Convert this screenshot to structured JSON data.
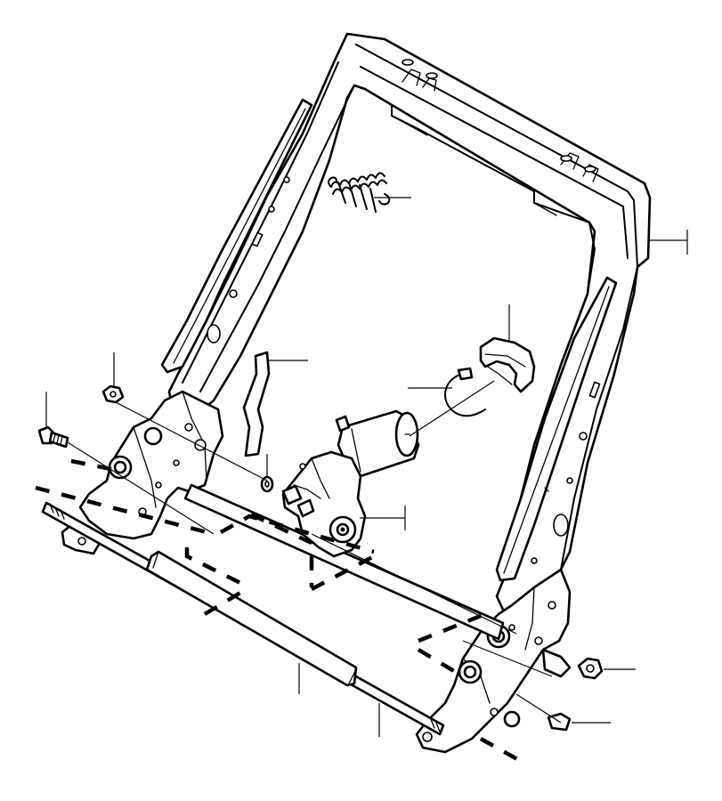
{
  "diagram": {
    "parts": [
      {
        "id": "backrest-frame",
        "icon": "seat-frame-icon"
      },
      {
        "id": "tension-spring",
        "icon": "coil-spring-icon"
      },
      {
        "id": "side-wire",
        "icon": "wire-icon"
      },
      {
        "id": "motor-cover",
        "icon": "cover-icon"
      },
      {
        "id": "cable-clip",
        "icon": "clip-icon"
      },
      {
        "id": "recliner-motor",
        "icon": "motor-icon"
      },
      {
        "id": "washer",
        "icon": "washer-icon"
      },
      {
        "id": "nut-upper-left",
        "icon": "nut-icon"
      },
      {
        "id": "bolt-left",
        "icon": "bolt-icon"
      },
      {
        "id": "connecting-shaft",
        "icon": "shaft-icon"
      },
      {
        "id": "shaft-sleeve",
        "icon": "sleeve-icon"
      },
      {
        "id": "nut-right",
        "icon": "nut-icon"
      },
      {
        "id": "clip-right",
        "icon": "clip-icon"
      }
    ],
    "colors": {
      "line": "#000000",
      "background": "#ffffff"
    }
  }
}
